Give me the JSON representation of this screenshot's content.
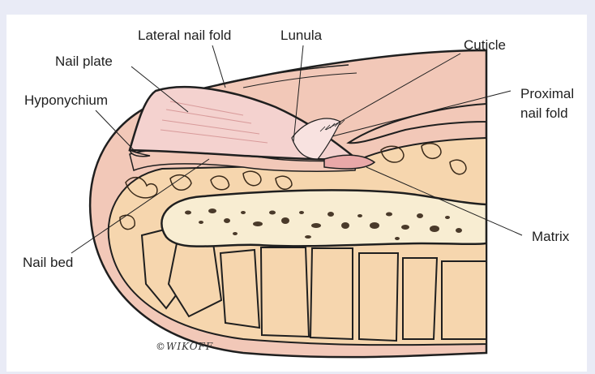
{
  "labels": {
    "lateral_nail_fold": "Lateral nail fold",
    "lunula": "Lunula",
    "cuticle": "Cuticle",
    "nail_plate": "Nail plate",
    "hyponychium": "Hyponychium",
    "proximal_nail_fold_line1": "Proximal",
    "proximal_nail_fold_line2": "nail fold",
    "matrix": "Matrix",
    "nail_bed": "Nail bed"
  },
  "signature": "©WIKOFF",
  "colors": {
    "background": "#e9ebf6",
    "panel": "#ffffff",
    "skin": "#f2c8b8",
    "fat": "#f6d6ae",
    "bone": "#f8edd2",
    "marrow": "#4a3a2a",
    "nail": "#f4d2cf",
    "ink": "#1f1f1f"
  }
}
